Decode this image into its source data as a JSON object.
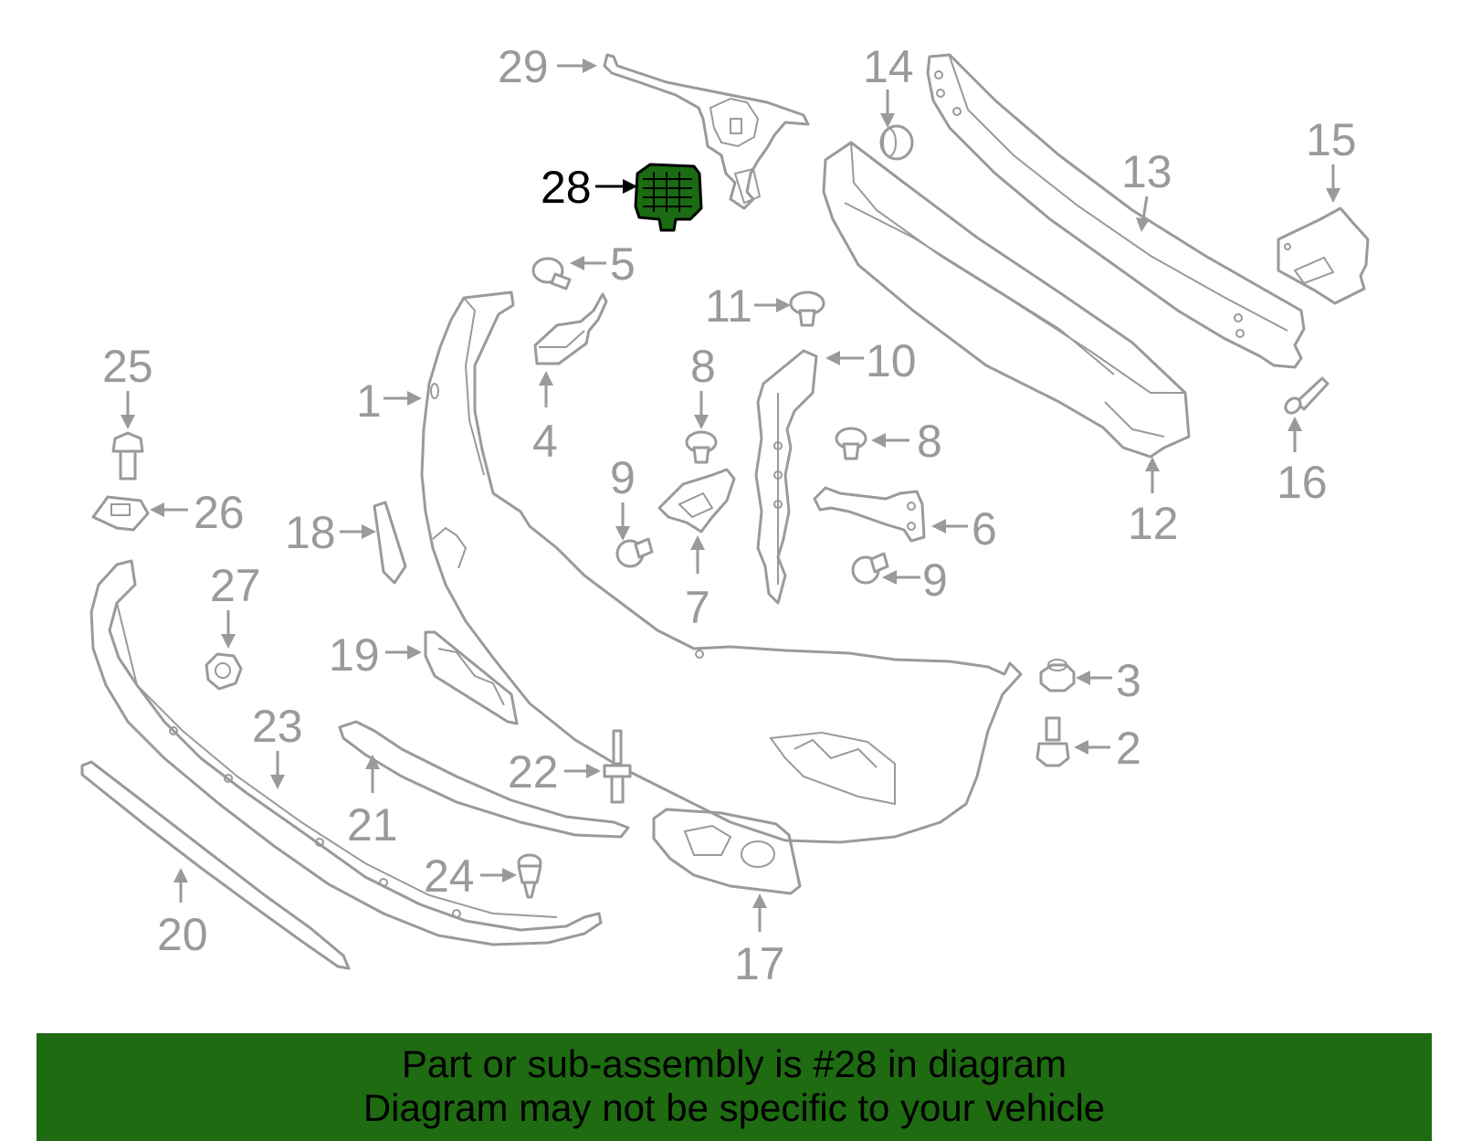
{
  "highlight": {
    "part_number": "28",
    "color": "#1e6b12"
  },
  "callouts": {
    "c1": "1",
    "c2": "2",
    "c3": "3",
    "c4": "4",
    "c5": "5",
    "c6": "6",
    "c7": "7",
    "c8a": "8",
    "c8b": "8",
    "c9a": "9",
    "c9b": "9",
    "c10": "10",
    "c11": "11",
    "c12": "12",
    "c13": "13",
    "c14": "14",
    "c15": "15",
    "c16": "16",
    "c17": "17",
    "c18": "18",
    "c19": "19",
    "c20": "20",
    "c21": "21",
    "c22": "22",
    "c23": "23",
    "c24": "24",
    "c25": "25",
    "c26": "26",
    "c27": "27",
    "c28": "28",
    "c29": "29"
  },
  "banner": {
    "line1": "Part or sub-assembly is #28 in diagram",
    "line2": "Diagram may not be specific to your vehicle"
  }
}
